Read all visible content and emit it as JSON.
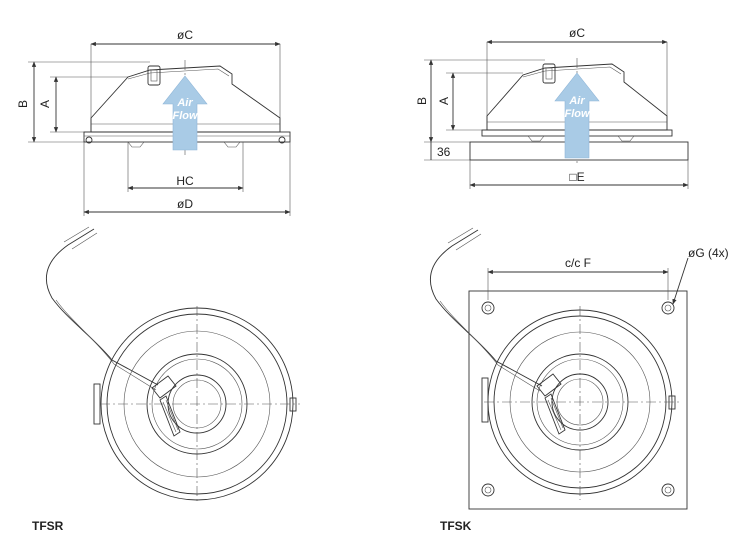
{
  "labels": {
    "tfsr_diameter_c": "øC",
    "tfsr_dim_a": "A",
    "tfsr_dim_b": "B",
    "tfsr_hc": "HC",
    "tfsr_diameter_d": "øD",
    "tfsk_diameter_c": "øC",
    "tfsk_dim_a": "A",
    "tfsk_dim_b": "B",
    "tfsk_base_height": "36",
    "tfsk_square_e": "□E",
    "tfsk_cc_f": "c/c F",
    "tfsk_hole_g": "øG (4x)"
  },
  "airflow": {
    "line1": "Air",
    "line2": "Flow",
    "arrow_color": "#a9cbe6"
  },
  "models": {
    "left": "TFSR",
    "right": "TFSK"
  }
}
